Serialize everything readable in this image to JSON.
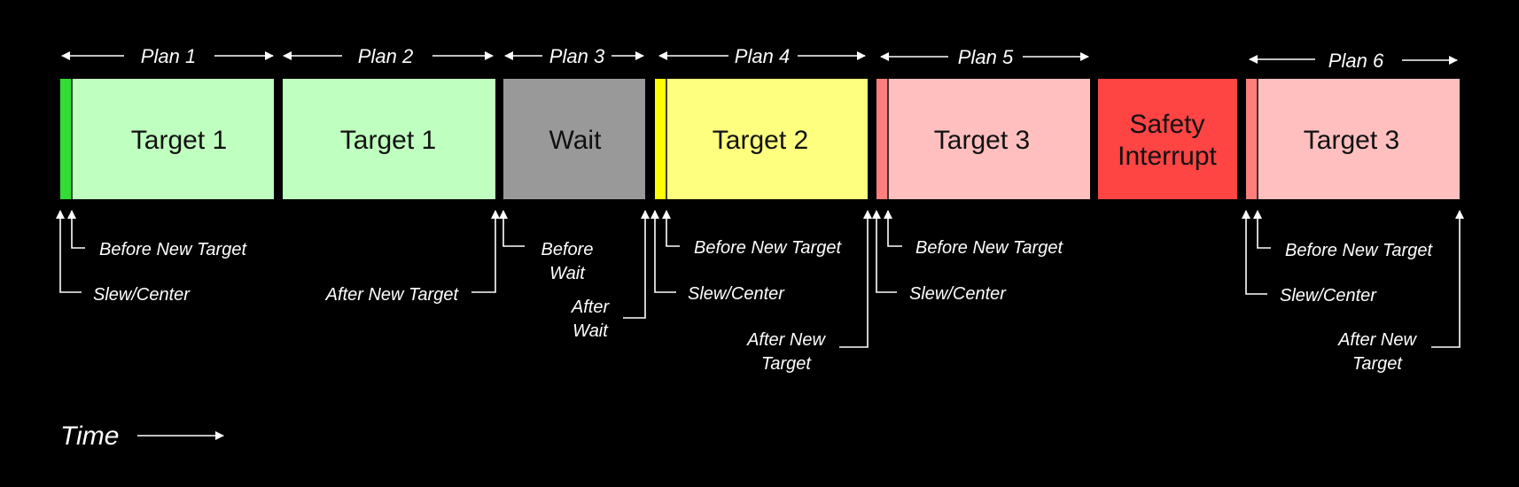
{
  "colors": {
    "green": "#bfffbf",
    "green_bar": "#33dd33",
    "gray": "#999999",
    "yellow": "#ffff7f",
    "yellow_bar": "#ffff00",
    "pink": "#ffbfbf",
    "pink_bar": "#ff7f7f",
    "red": "#ff4444"
  },
  "plans": {
    "p1": "Plan 1",
    "p2": "Plan 2",
    "p3": "Plan 3",
    "p4": "Plan 4",
    "p5": "Plan 5",
    "p6": "Plan 6"
  },
  "blocks": {
    "b1": "Target 1",
    "b2": "Target 1",
    "b3": "Wait",
    "b4": "Target 2",
    "b5": "Target 3",
    "b6_line1": "Safety",
    "b6_line2": "Interrupt",
    "b7": "Target 3"
  },
  "annotations": {
    "p1_before": "Before New Target",
    "p1_slew": "Slew/Center",
    "p2_after": "After New Target",
    "p3_before_1": "Before",
    "p3_before_2": "Wait",
    "p3_after_1": "After",
    "p3_after_2": "Wait",
    "p4_before": "Before New Target",
    "p4_slew": "Slew/Center",
    "p4_after_1": "After New",
    "p4_after_2": "Target",
    "p5_before": "Before New Target",
    "p5_slew": "Slew/Center",
    "p6_before": "Before New Target",
    "p6_slew": "Slew/Center",
    "p6_after_1": "After New",
    "p6_after_2": "Target"
  },
  "time_label": "Time"
}
